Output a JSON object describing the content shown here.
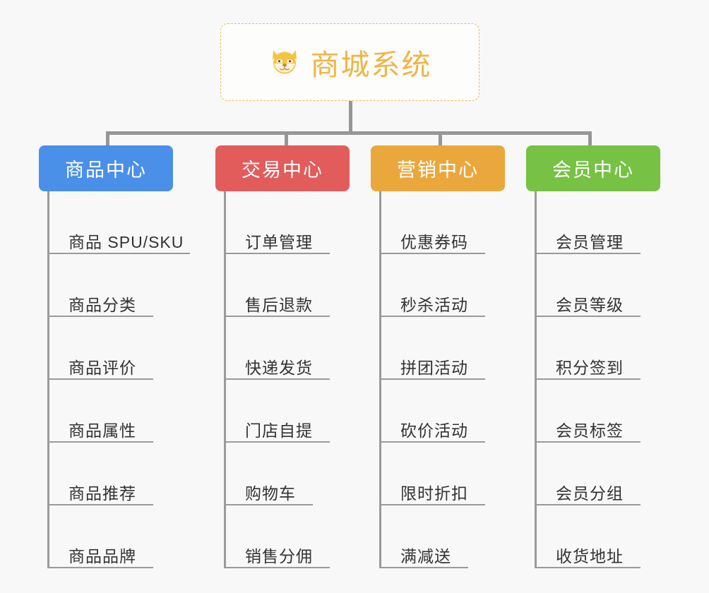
{
  "page": {
    "background_color": "#f8f8f8",
    "type": "mindmap-org-chart"
  },
  "root": {
    "title": "商城系统",
    "icon": "shiba-dog-emoji",
    "text_color": "#f0b545",
    "border_color": "#e8b960",
    "background_color": "#fdfdfc"
  },
  "connector": {
    "color": "#969696"
  },
  "categories": [
    {
      "label": "商品中心",
      "color": "#4a90e8",
      "items": [
        {
          "label": "商品 SPU/SKU",
          "rule_width": 202
        },
        {
          "label": "商品分类",
          "rule_width": 150
        },
        {
          "label": "商品评价",
          "rule_width": 150
        },
        {
          "label": "商品属性",
          "rule_width": 150
        },
        {
          "label": "商品推荐",
          "rule_width": 150
        },
        {
          "label": "商品品牌",
          "rule_width": 150
        }
      ]
    },
    {
      "label": "交易中心",
      "color": "#e25c5c",
      "items": [
        {
          "label": "订单管理",
          "rule_width": 150
        },
        {
          "label": "售后退款",
          "rule_width": 150
        },
        {
          "label": "快递发货",
          "rule_width": 150
        },
        {
          "label": "门店自提",
          "rule_width": 150
        },
        {
          "label": "购物车",
          "rule_width": 126
        },
        {
          "label": "销售分佣",
          "rule_width": 150
        }
      ]
    },
    {
      "label": "营销中心",
      "color": "#eaa83c",
      "items": [
        {
          "label": "优惠券码",
          "rule_width": 150
        },
        {
          "label": "秒杀活动",
          "rule_width": 150
        },
        {
          "label": "拼团活动",
          "rule_width": 150
        },
        {
          "label": "砍价活动",
          "rule_width": 150
        },
        {
          "label": "限时折扣",
          "rule_width": 150
        },
        {
          "label": "满减送",
          "rule_width": 126
        }
      ]
    },
    {
      "label": "会员中心",
      "color": "#77c145",
      "items": [
        {
          "label": "会员管理",
          "rule_width": 150
        },
        {
          "label": "会员等级",
          "rule_width": 150
        },
        {
          "label": "积分签到",
          "rule_width": 150
        },
        {
          "label": "会员标签",
          "rule_width": 150
        },
        {
          "label": "会员分组",
          "rule_width": 150
        },
        {
          "label": "收货地址",
          "rule_width": 150
        }
      ]
    }
  ]
}
